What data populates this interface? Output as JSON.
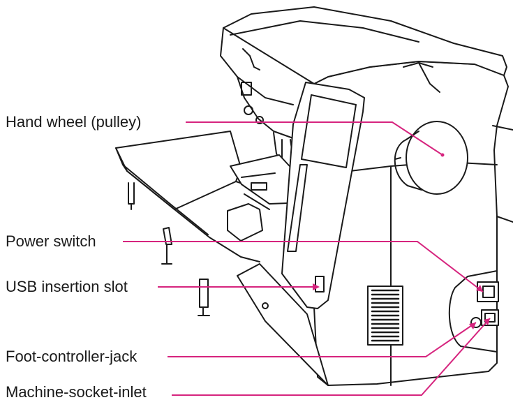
{
  "diagram": {
    "labels": [
      {
        "id": "hand-wheel",
        "text": "Hand wheel (pulley)"
      },
      {
        "id": "power-switch",
        "text": "Power switch"
      },
      {
        "id": "usb-slot",
        "text": "USB insertion slot"
      },
      {
        "id": "foot-jack",
        "text": "Foot-controller-jack"
      },
      {
        "id": "socket-inlet",
        "text": "Machine-socket-inlet"
      }
    ],
    "leader_color": "#d6247e",
    "line_art_color": "#1a1a1a"
  }
}
